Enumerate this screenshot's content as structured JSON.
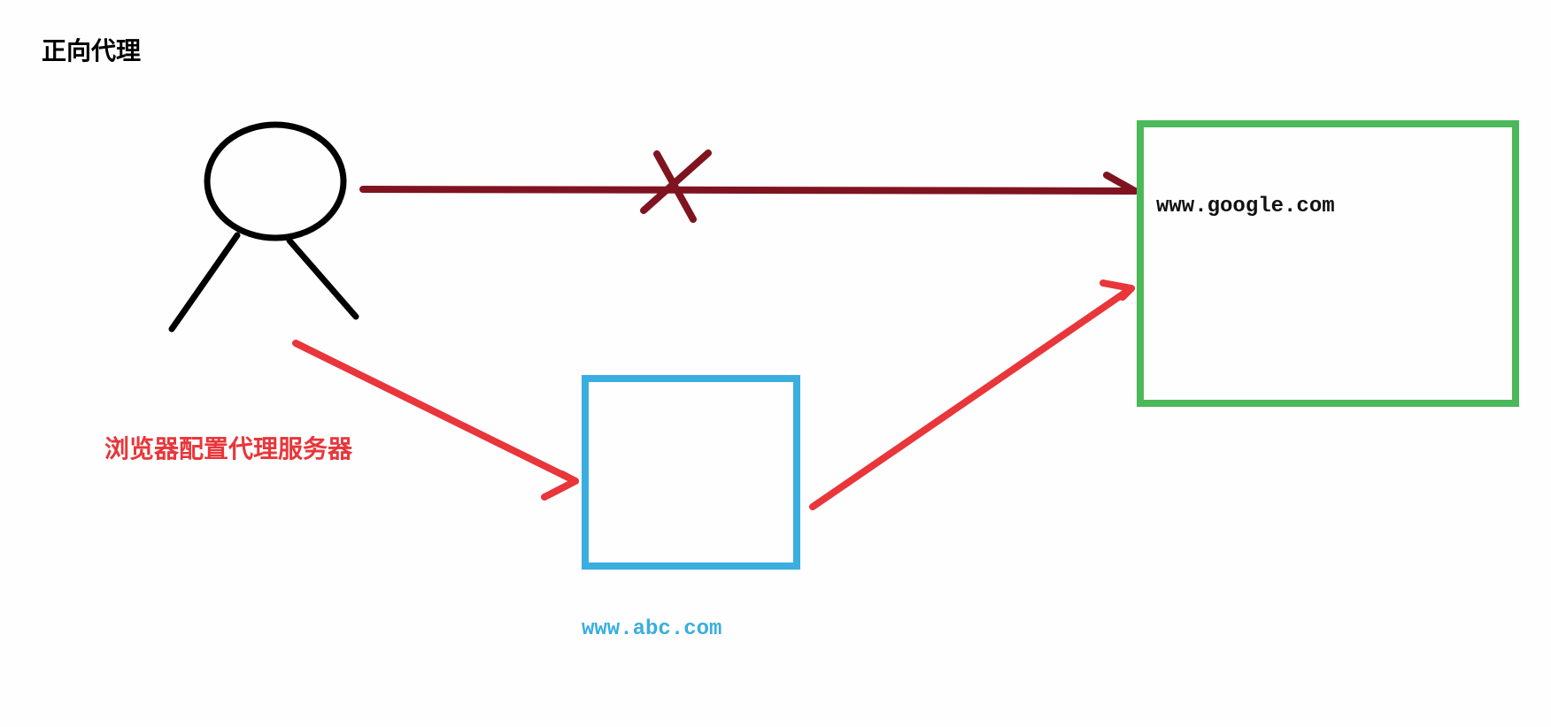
{
  "title": "正向代理",
  "proxy_caption": "浏览器配置代理服务器",
  "target_site": "www.google.com",
  "proxy_site": "www.abc.com",
  "colors": {
    "user_figure": "#000000",
    "blocked_arrow": "#7f1420",
    "proxy_arrow": "#e8363a",
    "proxy_box": "#3aaee0",
    "target_box": "#4bb85a"
  },
  "icons": {
    "user": "stick-figure-icon",
    "blocked": "cross-mark-icon"
  }
}
